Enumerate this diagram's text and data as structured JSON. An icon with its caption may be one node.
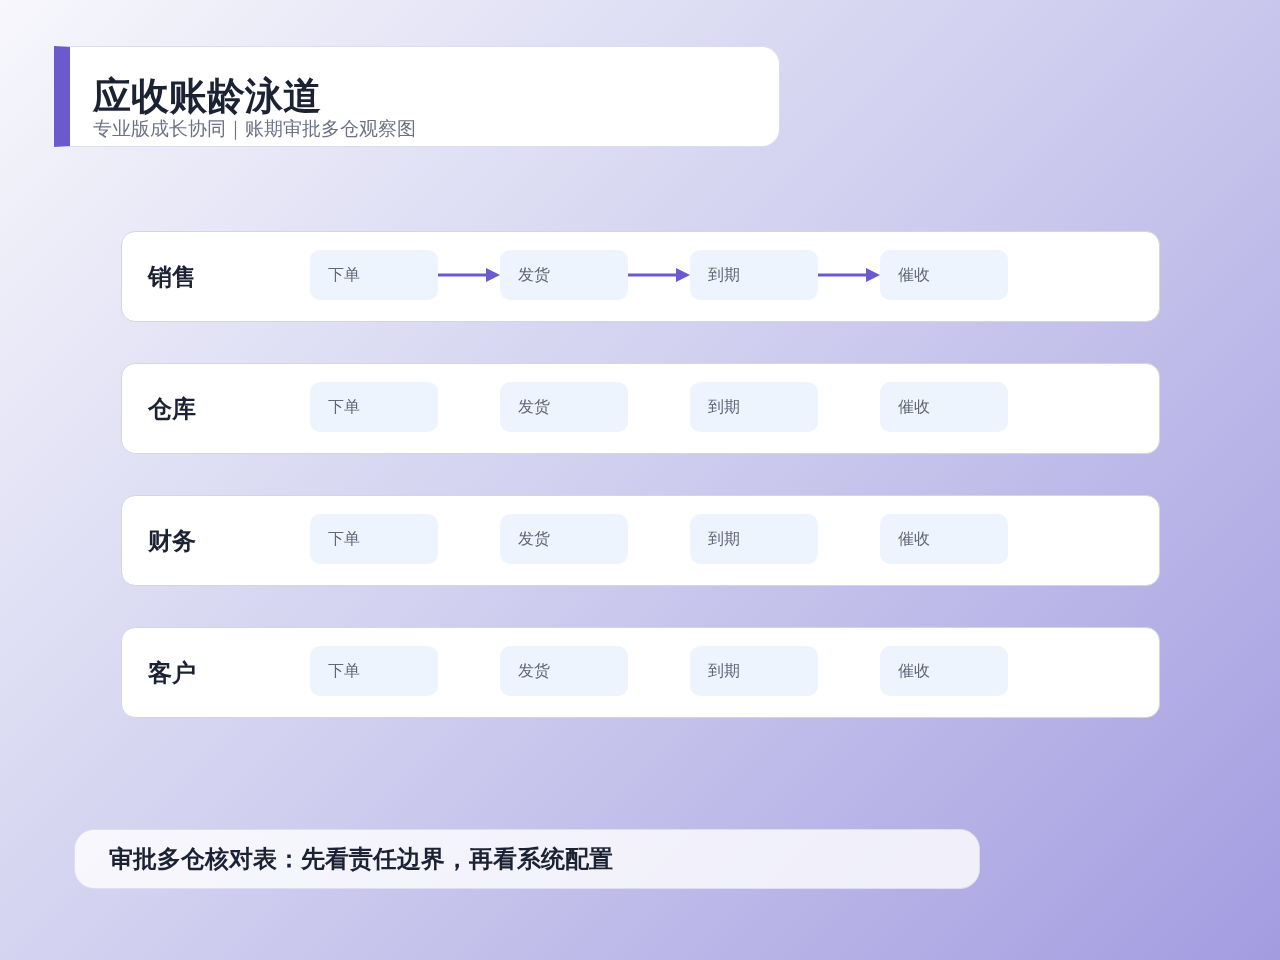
{
  "diagram": {
    "title": "应收账龄泳道",
    "nodes": [
      {
        "text": [
          "销售"
        ]
      },
      {
        "text": [
          "下单"
        ],
        "in": 0
      },
      {
        "text": [
          "发货"
        ],
        "in": 0
      },
      {
        "text": [
          "到期"
        ],
        "in": 0
      },
      {
        "text": [
          "催收"
        ],
        "in": 0
      },
      {
        "text": [
          "仓库"
        ]
      },
      {
        "text": [
          "下单"
        ],
        "in": 5
      },
      {
        "text": [
          "发货"
        ],
        "in": 5
      },
      {
        "text": [
          "到期"
        ],
        "in": 5
      },
      {
        "text": [
          "催收"
        ],
        "in": 5
      },
      {
        "text": [
          "财务"
        ]
      },
      {
        "text": [
          "下单"
        ],
        "in": 10
      },
      {
        "text": [
          "发货"
        ],
        "in": 10
      },
      {
        "text": [
          "到期"
        ],
        "in": 10
      },
      {
        "text": [
          "催收"
        ],
        "in": 10
      },
      {
        "text": [
          "客户"
        ]
      },
      {
        "text": [
          "下单"
        ],
        "in": 15
      },
      {
        "text": [
          "发货"
        ],
        "in": 15
      },
      {
        "text": [
          "到期"
        ],
        "in": 15
      },
      {
        "text": [
          "催收"
        ],
        "in": 15
      },
      {
        "text": [
          "审批多仓核对表：先看责任边界，再看系统配置"
        ]
      }
    ],
    "edges": [
      {
        "from": 1,
        "to": 2,
        "arrow": "to"
      },
      {
        "from": 2,
        "to": 3,
        "arrow": "to"
      },
      {
        "from": 3,
        "to": 4,
        "arrow": "to"
      }
    ],
    "labels": [
      "专业版成长协同｜账期审批多仓观察图"
    ]
  }
}
